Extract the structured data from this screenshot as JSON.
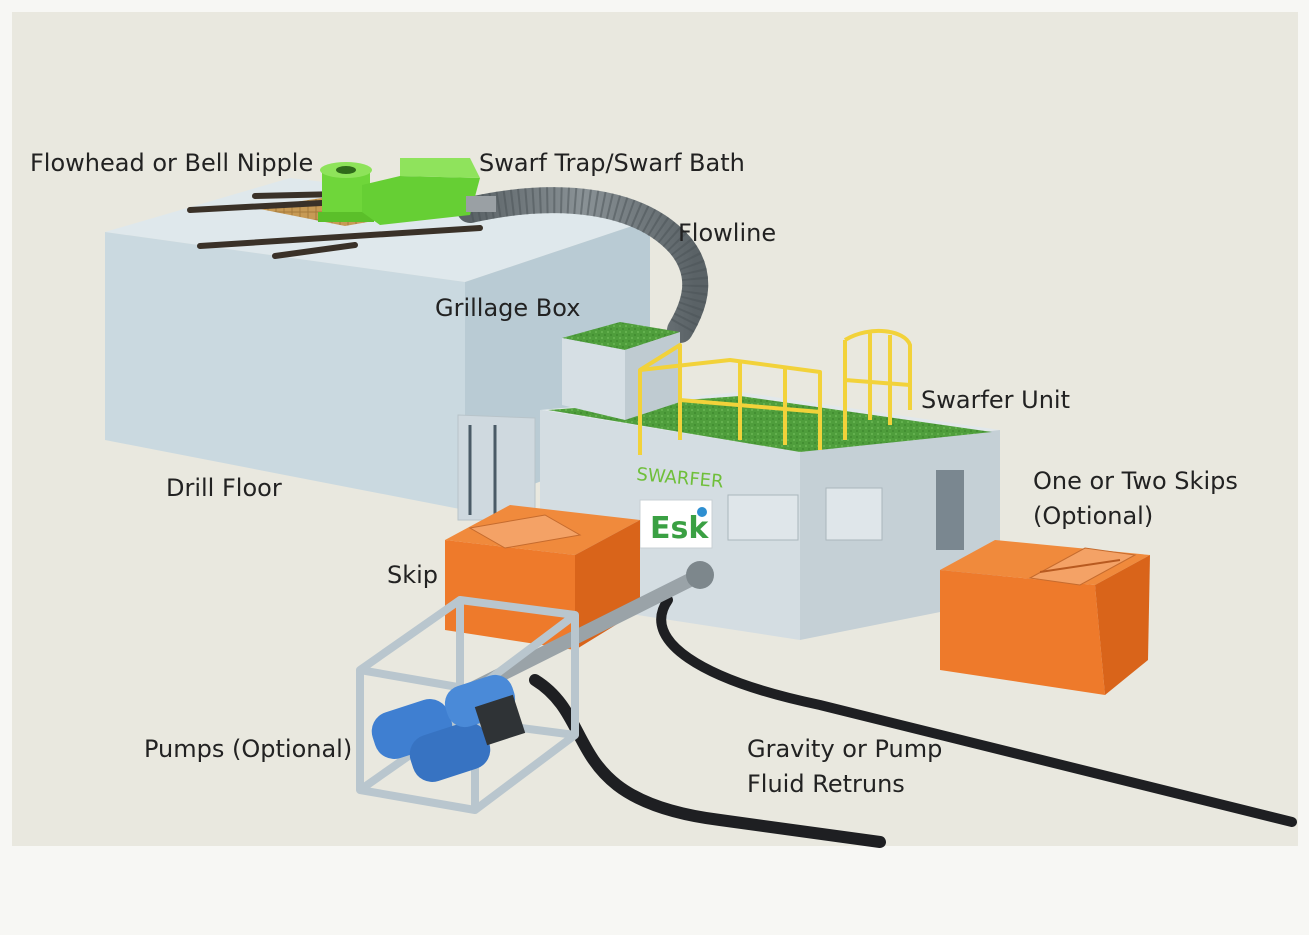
{
  "labels": {
    "flowhead": "Flowhead or Bell Nipple",
    "swarf_trap": "Swarf Trap/Swarf Bath",
    "flowline": "Flowline",
    "grillage_box": "Grillage Box",
    "swarfer_unit": "Swarfer Unit",
    "drill_floor": "Drill Floor",
    "skips_line1": "One or Two Skips",
    "skips_line2": "(Optional)",
    "skip": "Skip",
    "pumps": "Pumps (Optional)",
    "returns_line1": "Gravity or Pump",
    "returns_line2": "Fluid Retruns"
  },
  "unit_markings": {
    "brand_text": "SWARFER",
    "logo_text": "Esk"
  },
  "colors": {
    "background": "#f7f7f4",
    "floor": "#e9e8df",
    "drill_floor_block": "#c9d8df",
    "flowhead_green": "#6fd63a",
    "hose": "#6b7478",
    "grass": "#4f9e3c",
    "unit_body": "#d4dde2",
    "railing_yellow": "#f2d23a",
    "skip_orange": "#ee7a2b",
    "pump_blue": "#3f7fd1",
    "return_pipe": "#1e1f22",
    "label_text": "#222222"
  }
}
